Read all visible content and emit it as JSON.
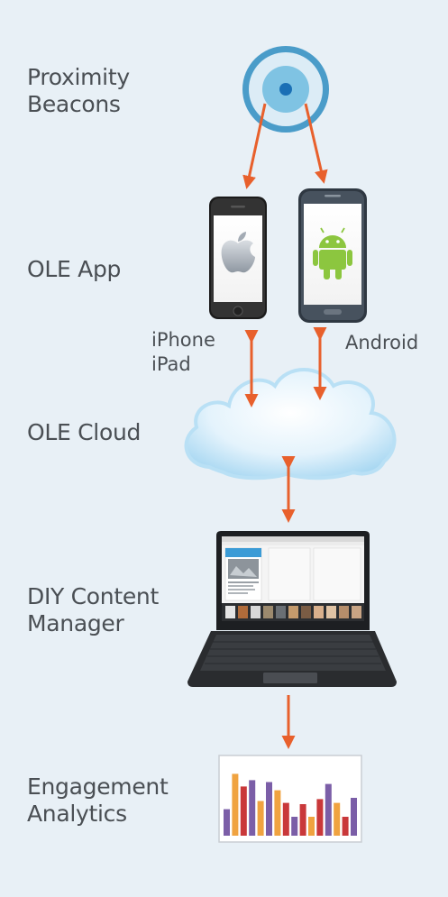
{
  "rows": [
    {
      "id": "beacons",
      "line1": "Proximity",
      "line2": "Beacons"
    },
    {
      "id": "app",
      "line1": "OLE App",
      "line2": ""
    },
    {
      "id": "cloud",
      "line1": "OLE Cloud",
      "line2": ""
    },
    {
      "id": "cms",
      "line1": "DIY Content",
      "line2": "Manager"
    },
    {
      "id": "analytics",
      "line1": "Engagement",
      "line2": "Analytics"
    }
  ],
  "platforms": {
    "ios_line1": "iPhone",
    "ios_line2": "iPad",
    "android": "Android"
  },
  "colors": {
    "arrow": "#e8602c",
    "beacon_ring": "#4a9cc9",
    "beacon_inner": "#7fc3e3",
    "beacon_dot": "#1a6fb5",
    "text": "#4a4f54",
    "background": "#e8f0f6"
  },
  "analytics_bars": {
    "colors": [
      "#7b5ea7",
      "#f0a340",
      "#c9383a",
      "#7b5ea7",
      "#f0a340",
      "#7b5ea7",
      "#f0a340",
      "#c9383a",
      "#7b5ea7",
      "#c9383a",
      "#f0a340",
      "#c9383a",
      "#7b5ea7",
      "#f0a340",
      "#c9383a",
      "#7b5ea7"
    ],
    "heights": [
      0.42,
      0.98,
      0.78,
      0.88,
      0.55,
      0.85,
      0.72,
      0.52,
      0.3,
      0.5,
      0.3,
      0.58,
      0.82,
      0.52,
      0.3,
      0.6
    ]
  },
  "icons": [
    "beacon-icon",
    "apple-logo-icon",
    "android-robot-icon",
    "cloud-icon",
    "laptop-icon",
    "bar-chart-icon"
  ]
}
